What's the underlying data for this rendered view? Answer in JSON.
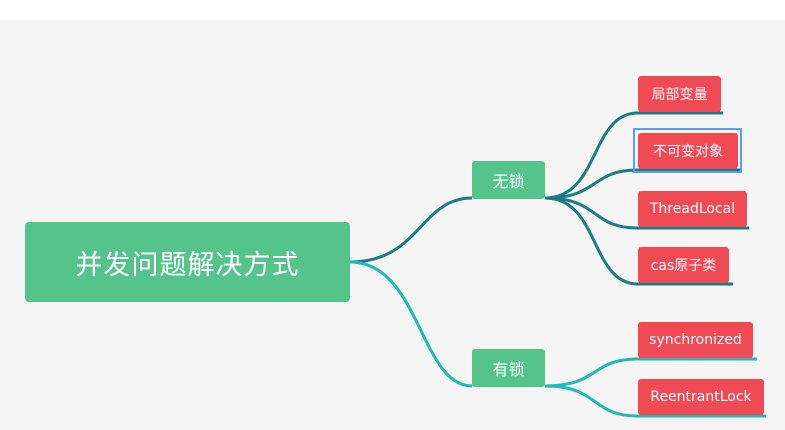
{
  "mindmap": {
    "root": {
      "label": "并发问题解决方式"
    },
    "branches": [
      {
        "label": "无锁",
        "leaves": [
          "局部变量",
          "不可变对象",
          "ThreadLocal",
          "cas原子类"
        ]
      },
      {
        "label": "有锁",
        "leaves": [
          "synchronized",
          "ReentrantLock"
        ]
      }
    ],
    "selected_leaf": "不可变对象"
  },
  "colors": {
    "canvas_background": "#f5f5f5",
    "topic_fill": "#55c48b",
    "leaf_fill": "#f04a55",
    "connector_branch_1": "#1b7c86",
    "connector_branch_2": "#1fbab3",
    "selection_outline": "#5a9cf0"
  }
}
